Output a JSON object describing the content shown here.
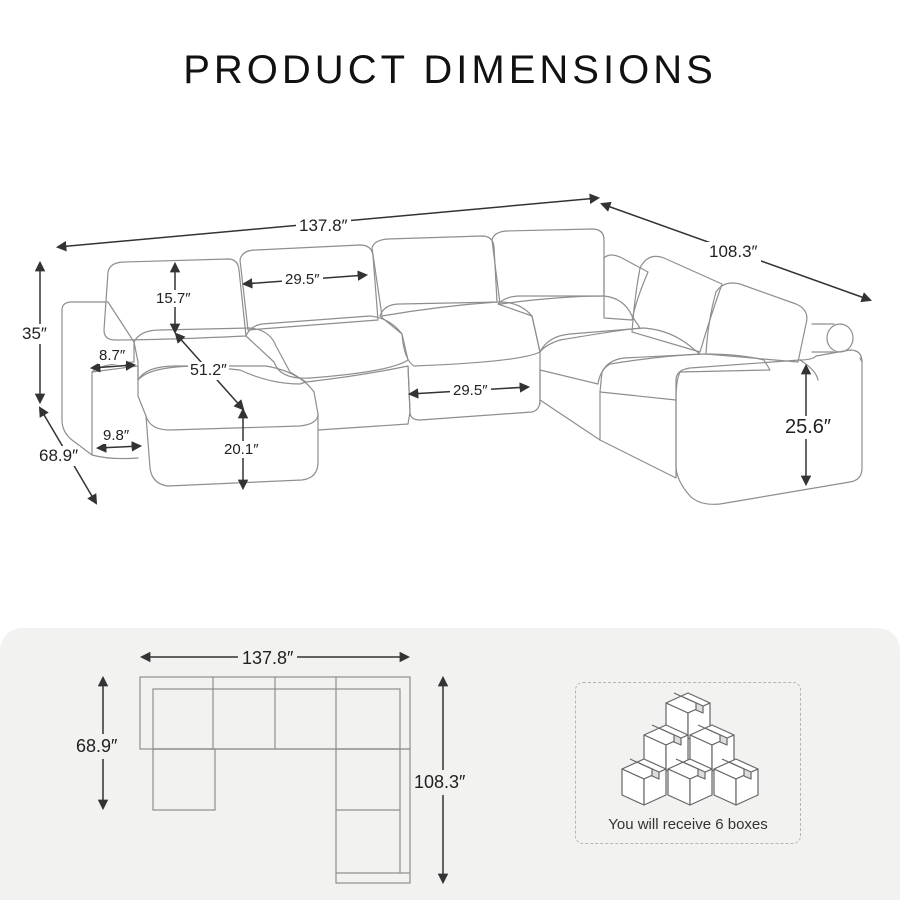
{
  "title": "PRODUCT DIMENSIONS",
  "perspective": {
    "overall_width": "137.8″",
    "overall_depth": "108.3″",
    "height": "35″",
    "chaise_depth": "68.9″",
    "back_height": "15.7″",
    "seat_width": "29.5″",
    "seat_width_front": "29.5″",
    "arm_width": "8.7″",
    "chaise_length": "51.2″",
    "arm_height": "9.8″",
    "seat_height": "20.1″",
    "arm_total_height": "25.6″"
  },
  "top_view": {
    "width": "137.8″",
    "depth_left": "68.9″",
    "depth_right": "108.3″"
  },
  "package": {
    "caption": "You will receive 6 boxes",
    "box_count": 6,
    "icon": "stacked-boxes-icon"
  },
  "colors": {
    "line": "#8a8a8a",
    "arrow": "#333333",
    "panel": "#f2f2f1"
  }
}
